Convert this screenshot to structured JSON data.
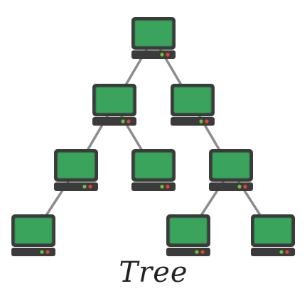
{
  "caption": "Tree",
  "colors": {
    "frame": "#3b3b3b",
    "screen": "#3aa35c",
    "screen_border": "#2e8a4b",
    "link": "#8c8c8c",
    "led_green": "#6fc13a",
    "led_red": "#e04530"
  },
  "nodes": [
    {
      "id": "root",
      "icon": "computer-icon"
    },
    {
      "id": "l1-left",
      "icon": "computer-icon"
    },
    {
      "id": "l1-right",
      "icon": "computer-icon"
    },
    {
      "id": "l2-left-left",
      "icon": "computer-icon"
    },
    {
      "id": "l2-left-right",
      "icon": "computer-icon"
    },
    {
      "id": "l2-right",
      "icon": "computer-icon"
    },
    {
      "id": "l3-leftmost",
      "icon": "computer-icon"
    },
    {
      "id": "l3-right-left",
      "icon": "computer-icon"
    },
    {
      "id": "l3-right-right",
      "icon": "computer-icon"
    }
  ],
  "links": [
    [
      "root",
      "l1-left"
    ],
    [
      "root",
      "l1-right"
    ],
    [
      "l1-left",
      "l2-left-left"
    ],
    [
      "l1-left",
      "l2-left-right"
    ],
    [
      "l1-right",
      "l2-right"
    ],
    [
      "l2-left-left",
      "l3-leftmost"
    ],
    [
      "l2-right",
      "l3-right-left"
    ],
    [
      "l2-right",
      "l3-right-right"
    ]
  ]
}
